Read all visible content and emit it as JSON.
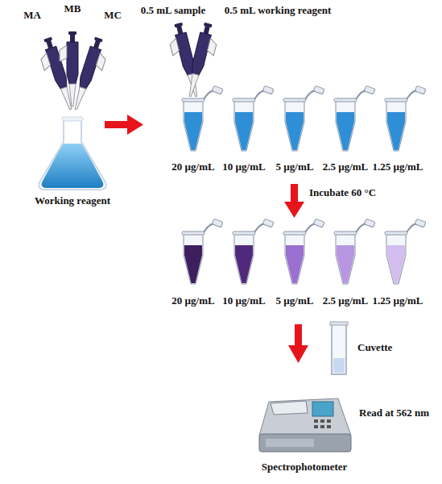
{
  "diagram": {
    "labels": [
      "MA",
      "MB",
      "MC",
      "Working reagent",
      "0.5 mL sample",
      "0.5 mL working reagent",
      "20 µg/mL",
      "10 µg/mL",
      "5 µg/mL",
      "2.5 µg/mL",
      "1.25 µg/mL",
      "Incubate 60 °C",
      "20 µg/mL",
      "10 µg/mL",
      "5 µg/mL",
      "2.5 µg/mL",
      "1.25 µg/mL",
      "Cuvette",
      "Read at 562 nm",
      "Spectrophotometer"
    ]
  }
}
